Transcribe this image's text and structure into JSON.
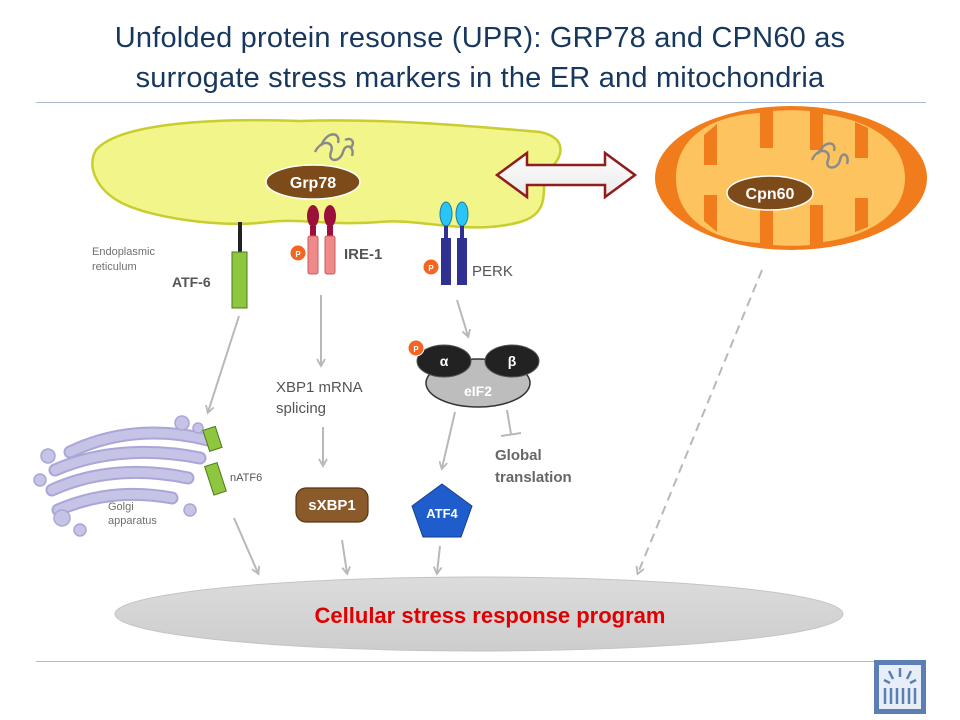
{
  "title": {
    "line1": "Unfolded protein resonse (UPR): GRP78 and CPN60 as",
    "line2": "surrogate stress markers in the ER and mitochondria"
  },
  "diagram": {
    "er_label_line1": "Endoplasmic",
    "er_label_line2": "reticulum",
    "grp78": "Grp78",
    "cpn60": "Cpn60",
    "atf6": "ATF-6",
    "ire1": "IRE-1",
    "perk": "PERK",
    "xbp1_line1": "XBP1 mRNA",
    "xbp1_line2": "splicing",
    "alpha": "α",
    "beta": "β",
    "eif2": "eIF2",
    "global_line1": "Global",
    "global_line2": "translation",
    "golgi_line1": "Golgi",
    "golgi_line2": "apparatus",
    "natf6": "nATF6",
    "sxbp1": "sXBP1",
    "atf4": "ATF4",
    "phospho": "P",
    "response": "Cellular stress response program"
  },
  "colors": {
    "title": "#17375e",
    "er_fill": "#f2f58a",
    "er_stroke": "#c9cd2e",
    "mito_outer": "#f07c1c",
    "mito_inner": "#fcc35e",
    "protein_brown": "#7d4a19",
    "atf6_green": "#8dc63f",
    "ire1_pink": "#f08a8a",
    "ire1_dark": "#9b1039",
    "perk_navy": "#2e3192",
    "perk_cyan": "#29c5f6",
    "phospho_orange": "#f26522",
    "atf4_blue": "#1f5ccc",
    "response_text": "#e00000",
    "ellipse_gray": "#d6d6d6",
    "golgi_lilac": "#c5c3e6"
  },
  "icons": [
    "double-arrow-icon",
    "protein-squiggle-icon",
    "institution-logo-icon"
  ]
}
